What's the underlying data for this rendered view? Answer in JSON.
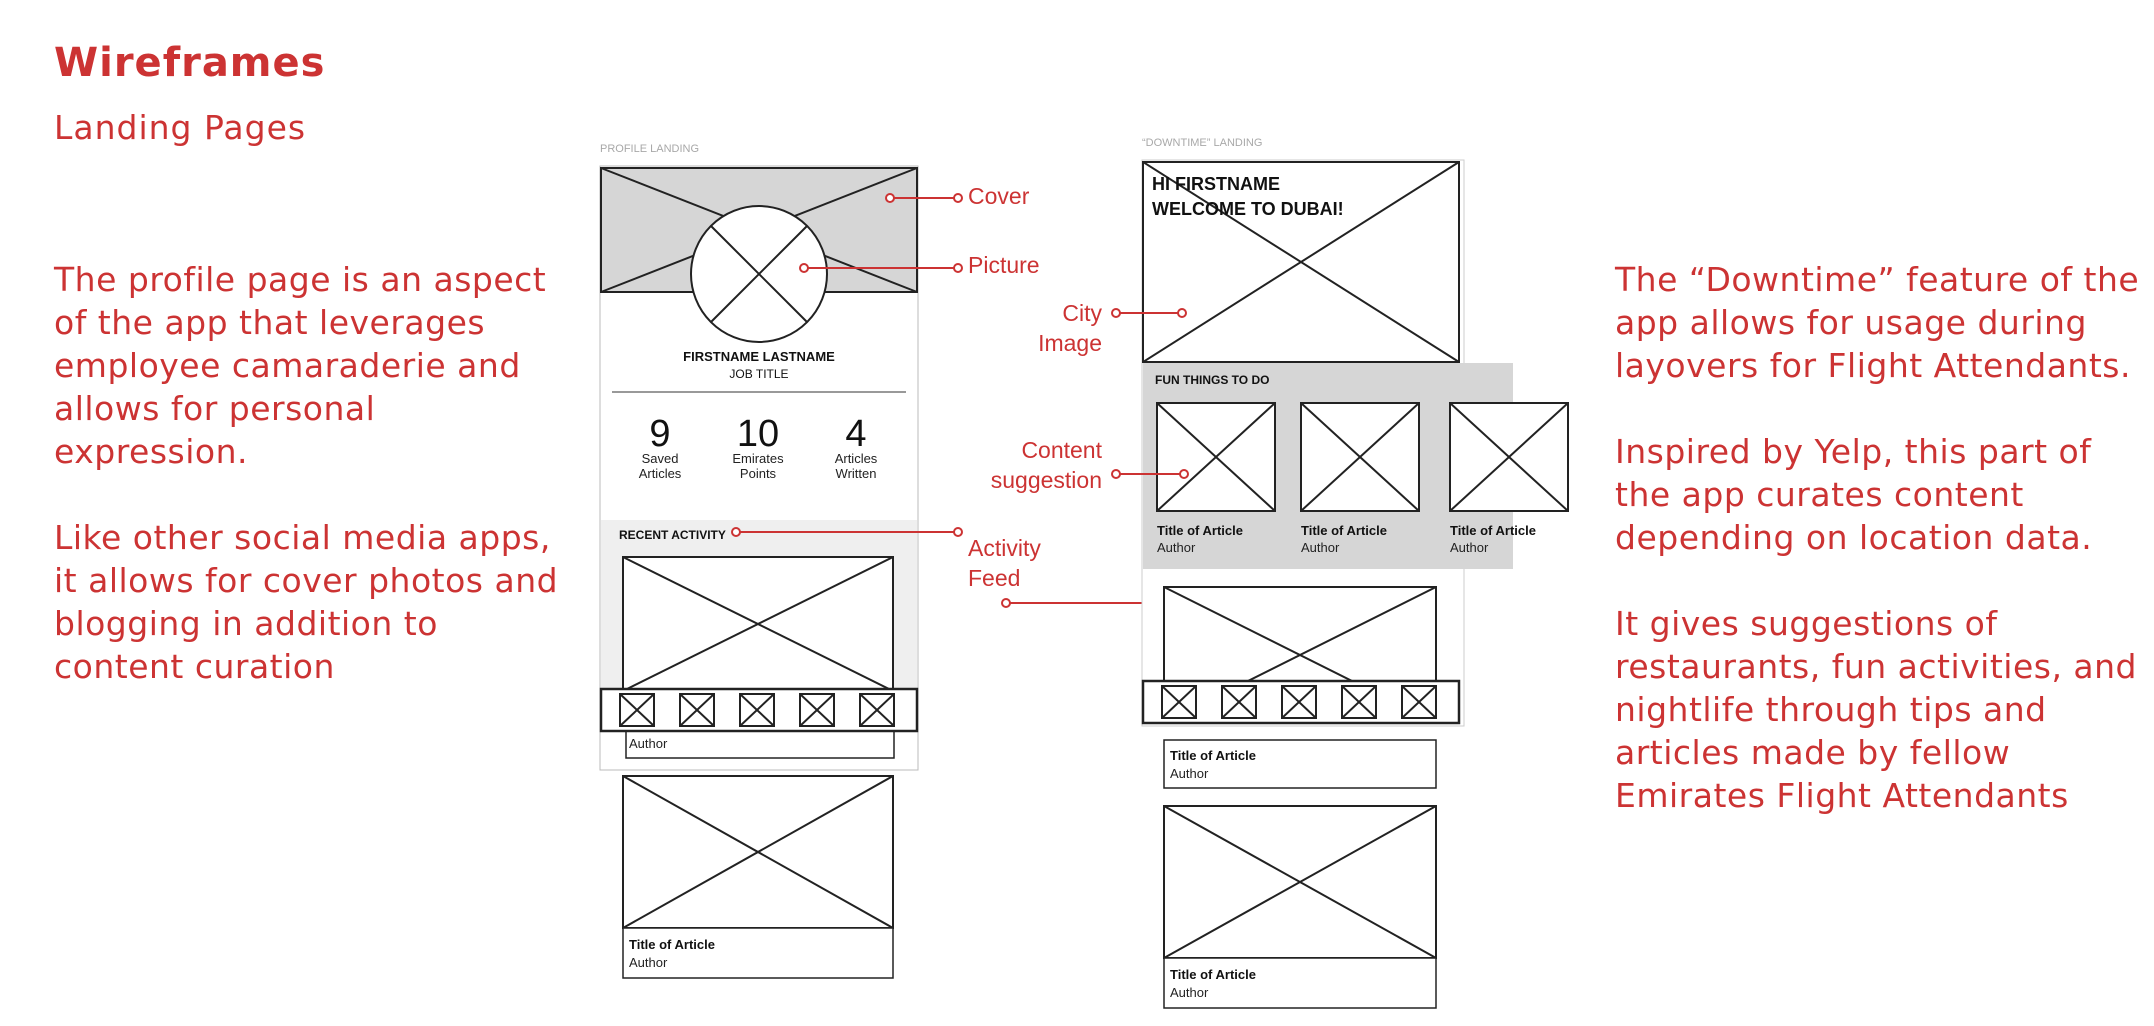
{
  "header": {
    "title": "Wireframes",
    "subtitle": "Landing Pages"
  },
  "left_text": {
    "p1": "The profile page is an aspect of the app that leverages employee camaraderie and allows for personal expression.",
    "p2": "Like other social media apps, it allows for cover photos and blogging in addition to content curation"
  },
  "right_text": {
    "p1": "The “Downtime” feature of the app allows for usage during layovers for Flight Attendants.",
    "p2": "Inspired by Yelp, this part of the app curates content depending on location data.",
    "p3": "It gives suggestions of restaurants, fun activities, and nightlife through tips and articles made by fellow Emirates Flight Attendants"
  },
  "profile": {
    "label": "PROFILE LANDING",
    "name": "FIRSTNAME LASTNAME",
    "job": "JOB TITLE",
    "stats": [
      {
        "value": "9",
        "line1": "Saved",
        "line2": "Articles"
      },
      {
        "value": "10",
        "line1": "Emirates",
        "line2": "Points"
      },
      {
        "value": "4",
        "line1": "Articles",
        "line2": "Written"
      }
    ],
    "recent": "RECENT ACTIVITY",
    "author1": "Author",
    "article_title": "Title of Article",
    "author2": "Author"
  },
  "downtime": {
    "label": "“DOWNTIME” LANDING",
    "greet1": "HI FIRSTNAME",
    "greet2": "WELCOME TO DUBAI!",
    "fun": "FUN THINGS TO DO",
    "cards": [
      {
        "title": "Title of Article",
        "author": "Author"
      },
      {
        "title": "Title of Article",
        "author": "Author"
      },
      {
        "title": "Title of Article",
        "author": "Author"
      }
    ],
    "feed1_title": "Title of Article",
    "feed1_author": "Author",
    "feed2_title": "Title of Article",
    "feed2_author": "Author"
  },
  "callouts": {
    "cover": "Cover",
    "picture": "Picture",
    "activity1": "Activity",
    "activity2": "Feed",
    "city1": "City",
    "city2": "Image",
    "content1": "Content",
    "content2": "suggestion"
  },
  "colors": {
    "accent": "#cc3333",
    "wire_fill": "#d6d6d6",
    "wire_stroke": "#222222"
  }
}
